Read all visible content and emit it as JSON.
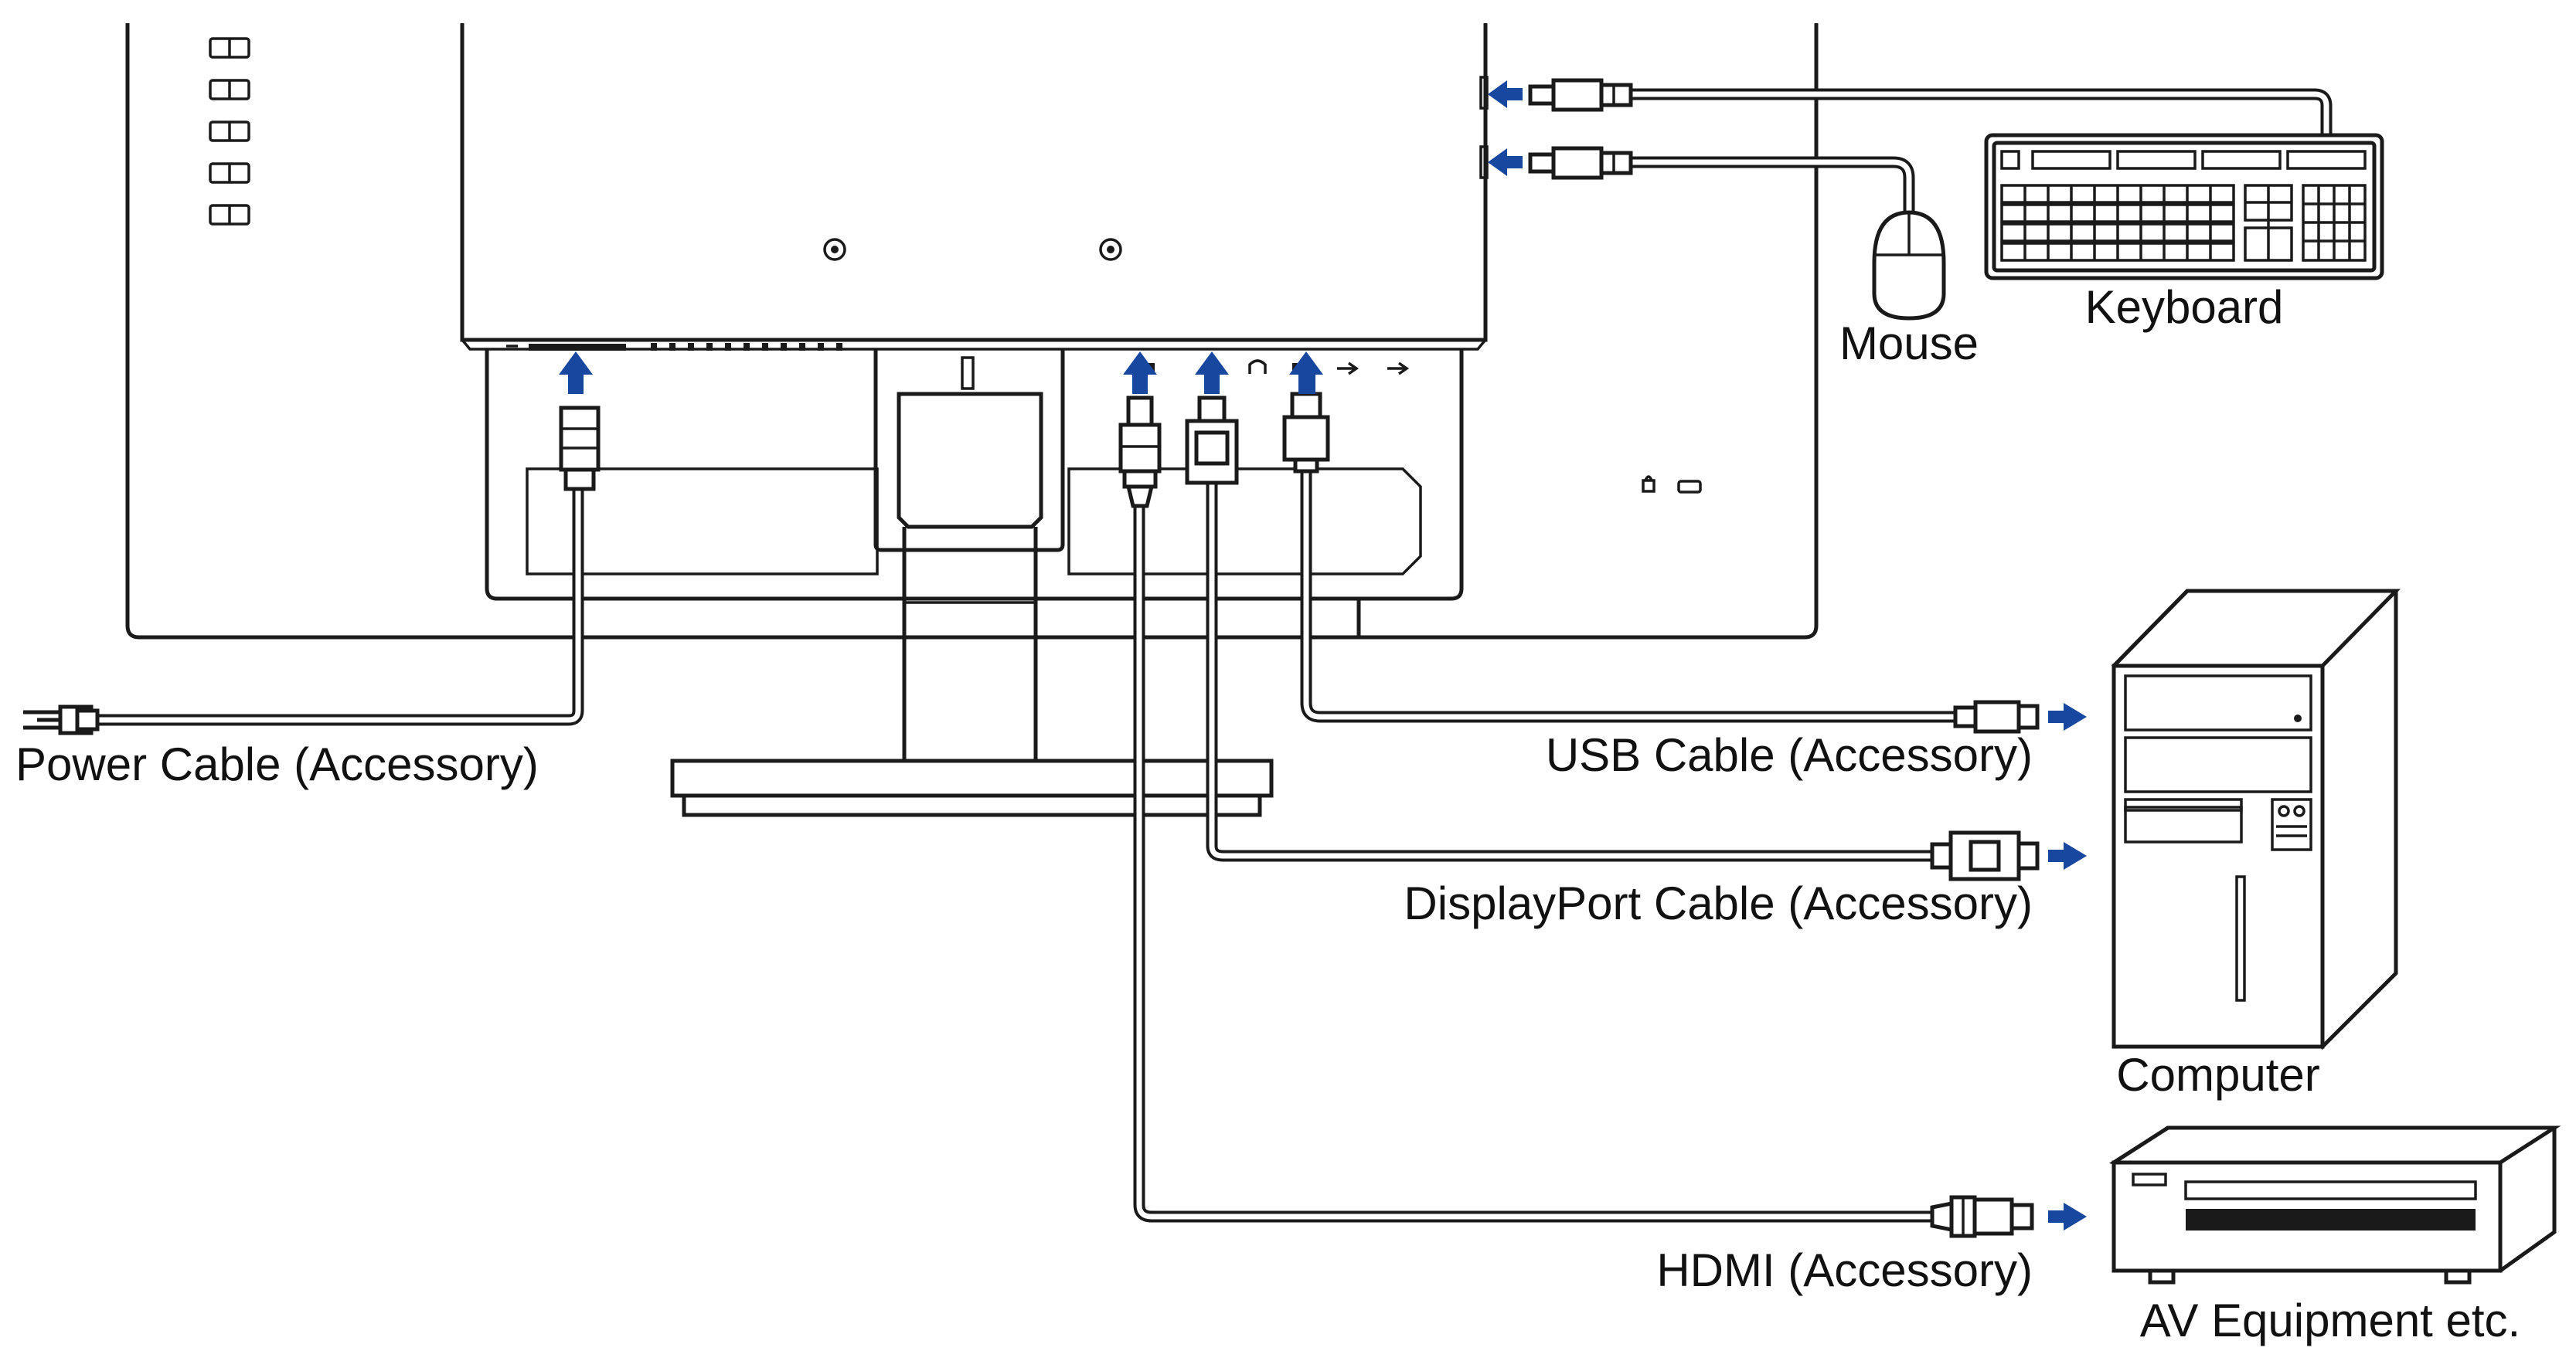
{
  "labels": {
    "power_cable": "Power Cable (Accessory)",
    "usb_cable": "USB Cable (Accessory)",
    "displayport_cable": "DisplayPort Cable (Accessory)",
    "hdmi_cable": "HDMI (Accessory)",
    "mouse": "Mouse",
    "keyboard": "Keyboard",
    "computer": "Computer",
    "av_equipment": "AV Equipment etc."
  },
  "colors": {
    "arrow": "#17479e",
    "line": "#1a1a1a"
  }
}
